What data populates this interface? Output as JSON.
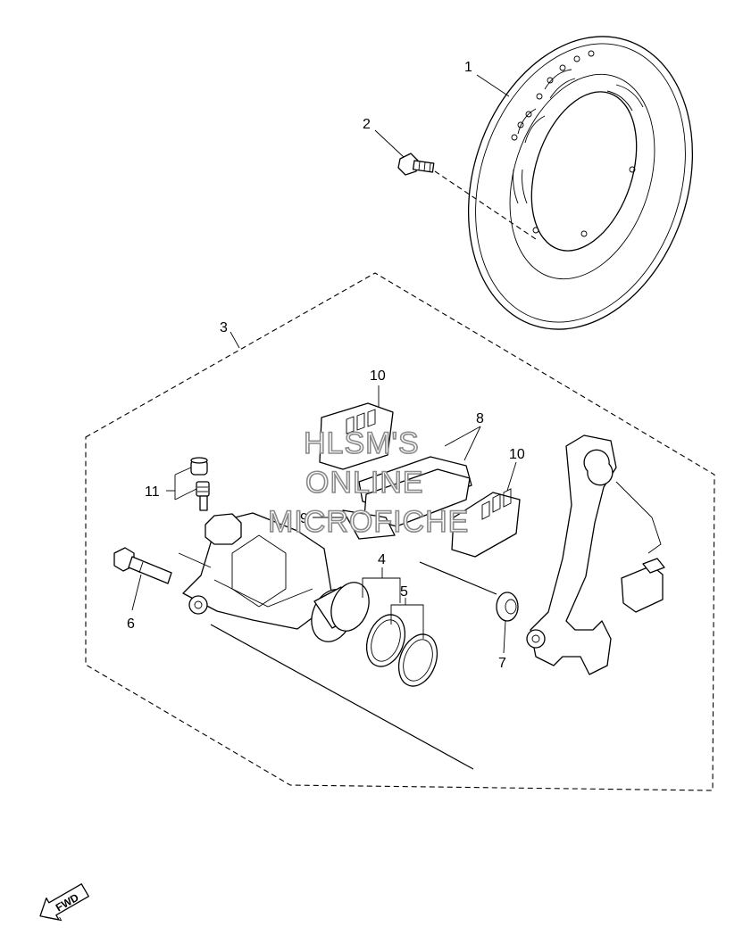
{
  "callouts": {
    "c1": "1",
    "c2": "2",
    "c3": "3",
    "c4": "4",
    "c5": "5",
    "c6": "6",
    "c7": "7",
    "c8": "8",
    "c9": "9",
    "c10a": "10",
    "c10b": "10",
    "c11": "11"
  },
  "watermark": {
    "line1": "HLSM'S",
    "line2": "ONLINE",
    "line3": "MICROFICHE"
  },
  "fwd_badge": "FWD"
}
